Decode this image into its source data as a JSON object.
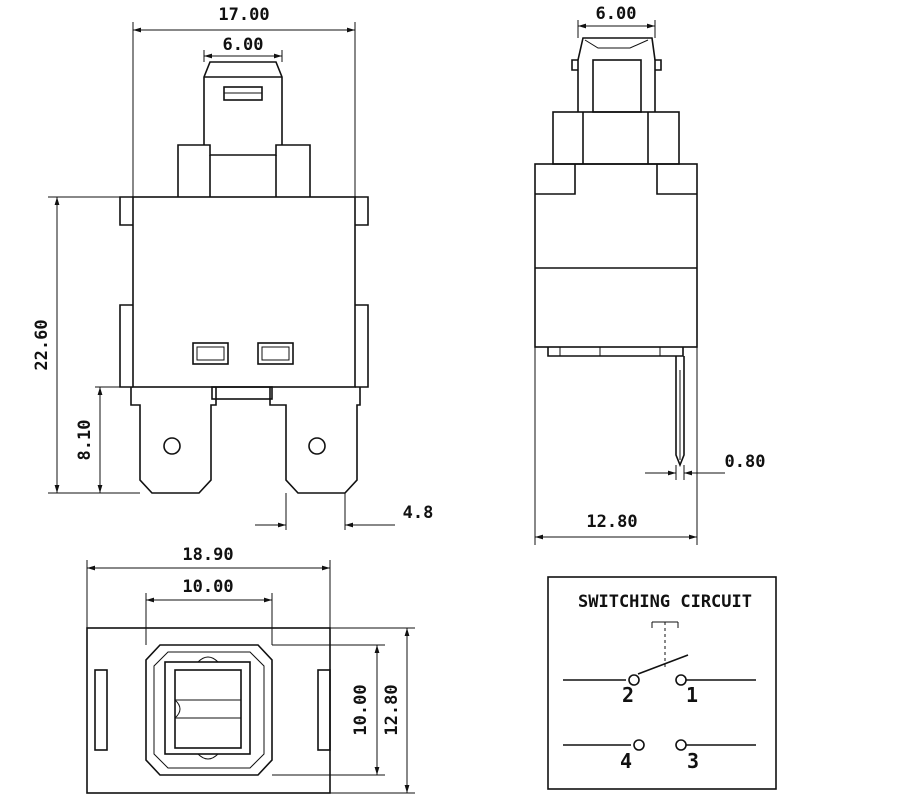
{
  "dimensions": {
    "front_width": "17.00",
    "front_plunger_width": "6.00",
    "front_height": "22.60",
    "front_terminal_height": "8.10",
    "front_terminal_width": "4.8",
    "side_plunger_width": "6.00",
    "side_width": "12.80",
    "side_pin_thickness": "0.80",
    "bottom_width": "18.90",
    "bottom_inner_width": "10.00",
    "bottom_inner_height": "10.00",
    "bottom_height": "12.80"
  },
  "circuit": {
    "title": "SWITCHING CIRCUIT",
    "pins": [
      "2",
      "1",
      "4",
      "3"
    ]
  }
}
